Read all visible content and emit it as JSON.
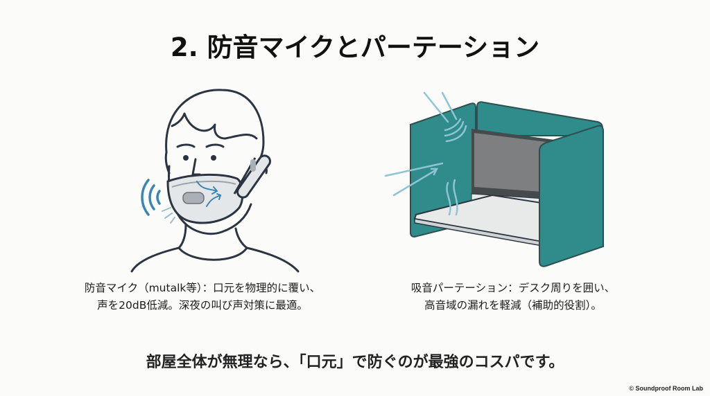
{
  "slide": {
    "title": "2. 防音マイクとパーテーション",
    "left_panel": {
      "illustration": "person-wearing-soundproof-mic-mask",
      "caption_line1": "防音マイク（mutalk等）：口元を物理的に覆い、",
      "caption_line2": "声を20dB低減。深夜の叫び声対策に最適。"
    },
    "right_panel": {
      "illustration": "desk-with-sound-absorbing-partition",
      "caption_line1": "吸音パーテーション：デスク周りを囲い、",
      "caption_line2": "高音域の漏れを軽減（補助的役割）。"
    },
    "summary": "部屋全体が無理なら、「口元」で防ぐのが最強のコスパです。",
    "credit": "© Soundproof Room Lab"
  },
  "colors": {
    "background": "#fbfbfa",
    "line_art": "#2b3440",
    "sound_wave_blue": "#3b84b3",
    "arrow_light_blue": "#8fc3d6",
    "partition_teal": "#2f8c8a",
    "partition_edge": "#2d4f4f",
    "monitor_gray": "#7d7f80",
    "desk_light": "#e8eaea"
  }
}
